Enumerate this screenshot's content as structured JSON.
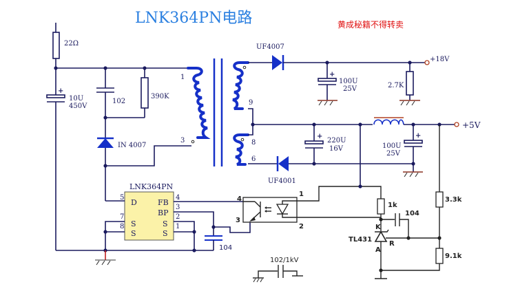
{
  "title": "LNK364PN电路",
  "watermark": "黄成秘籍不得转卖",
  "components": {
    "r_input": "22Ω",
    "c_bulk": {
      "value": "10U",
      "voltage": "450V"
    },
    "c_snubber": "102",
    "r_snubber": "390K",
    "d_snubber": "IN 4007",
    "ic": {
      "name": "LNK364PN",
      "pins_left": [
        {
          "num": "5",
          "name": "D"
        },
        {
          "num": "7",
          "name": "S"
        },
        {
          "num": "8",
          "name": "S"
        }
      ],
      "pins_right": [
        {
          "num": "4",
          "name": "FB"
        },
        {
          "num": "3",
          "name": "BP"
        },
        {
          "num": "2",
          "name": "S"
        },
        {
          "num": "1",
          "name": "S"
        }
      ]
    },
    "c_bp": "104",
    "primary_pins": [
      "1",
      "3"
    ],
    "secondary_pins": [
      "9",
      "8",
      "6"
    ],
    "d_18v": "UF4007",
    "c_18v": {
      "value": "100U",
      "voltage": "25V"
    },
    "r_18v": "2.7K",
    "out_18v": "+18V",
    "d_5v": "UF4001",
    "c_5v_1": {
      "value": "220U",
      "voltage": "16V"
    },
    "c_5v_2": {
      "value": "100U",
      "voltage": "25V"
    },
    "out_5v": "+5V",
    "opto_pins": [
      "4",
      "3",
      "1",
      "2"
    ],
    "r_led": "1k",
    "c_comp": "104",
    "tl431": {
      "name": "TL431",
      "k": "K",
      "a": "A",
      "r": "R"
    },
    "r_top": "3.3k",
    "r_bottom": "9.1k",
    "c_y": "102/1kV"
  }
}
